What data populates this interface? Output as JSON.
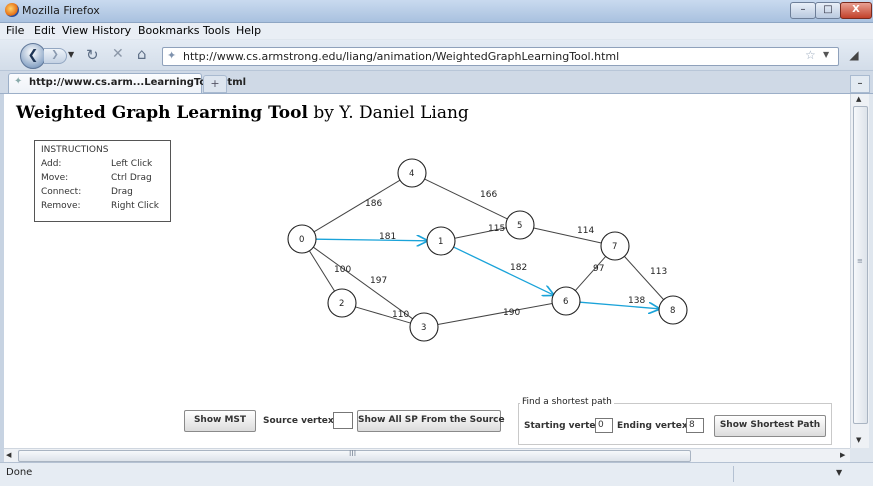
{
  "window": {
    "title": "Mozilla Firefox",
    "min": "–",
    "max": "□",
    "close": "X"
  },
  "menu": [
    "File",
    "Edit",
    "View",
    "History",
    "Bookmarks",
    "Tools",
    "Help"
  ],
  "nav": {
    "url": "http://www.cs.armstrong.edu/liang/animation/WeightedGraphLearningTool.html",
    "back": "❮",
    "forward": "❯",
    "reload_icon": "reload-icon",
    "stop_icon": "stop-icon",
    "home_icon": "home-icon"
  },
  "tabs": [
    {
      "label": "http://www.cs.arm...LearningTool.html"
    }
  ],
  "new_tab": "+",
  "page": {
    "title_bold": "Weighted Graph Learning Tool",
    "title_rest": " by Y. Daniel Liang",
    "instructions": {
      "heading": "INSTRUCTIONS",
      "rows": [
        {
          "action": "Add:",
          "how": "Left Click"
        },
        {
          "action": "Move:",
          "how": "Ctrl Drag"
        },
        {
          "action": "Connect:",
          "how": "Drag"
        },
        {
          "action": "Remove:",
          "how": "Right Click"
        }
      ]
    },
    "graph": {
      "nodes": [
        "0",
        "1",
        "2",
        "3",
        "4",
        "5",
        "6",
        "7",
        "8"
      ],
      "edges": [
        {
          "from": "0",
          "to": "4",
          "weight": "186",
          "highlight": false
        },
        {
          "from": "4",
          "to": "5",
          "weight": "166",
          "highlight": false
        },
        {
          "from": "0",
          "to": "1",
          "weight": "181",
          "highlight": true
        },
        {
          "from": "1",
          "to": "5",
          "weight": "115",
          "highlight": false
        },
        {
          "from": "5",
          "to": "7",
          "weight": "114",
          "highlight": false
        },
        {
          "from": "1",
          "to": "6",
          "weight": "182",
          "highlight": true
        },
        {
          "from": "0",
          "to": "2",
          "weight": "100",
          "highlight": false
        },
        {
          "from": "0",
          "to": "3",
          "weight": "197",
          "highlight": false
        },
        {
          "from": "2",
          "to": "3",
          "weight": "110",
          "highlight": false
        },
        {
          "from": "3",
          "to": "6",
          "weight": "190",
          "highlight": false
        },
        {
          "from": "6",
          "to": "7",
          "weight": "97",
          "highlight": false
        },
        {
          "from": "7",
          "to": "8",
          "weight": "113",
          "highlight": false
        },
        {
          "from": "6",
          "to": "8",
          "weight": "138",
          "highlight": true
        }
      ],
      "highlight_color": "#1aa3d9"
    },
    "controls": {
      "show_mst": "Show MST",
      "source_vertex_label": "Source vertex:",
      "source_vertex_value": "",
      "show_all_sp": "Show All SP From the Source",
      "sp_box_title": "Find a shortest path",
      "starting_vertex_label": "Starting vertex:",
      "starting_vertex_value": "0",
      "ending_vertex_label": "Ending vertex:",
      "ending_vertex_value": "8",
      "show_shortest_path": "Show Shortest Path"
    }
  },
  "hscroll_grip": "III",
  "vscroll_grip": "≡",
  "status": {
    "text": "Done"
  }
}
